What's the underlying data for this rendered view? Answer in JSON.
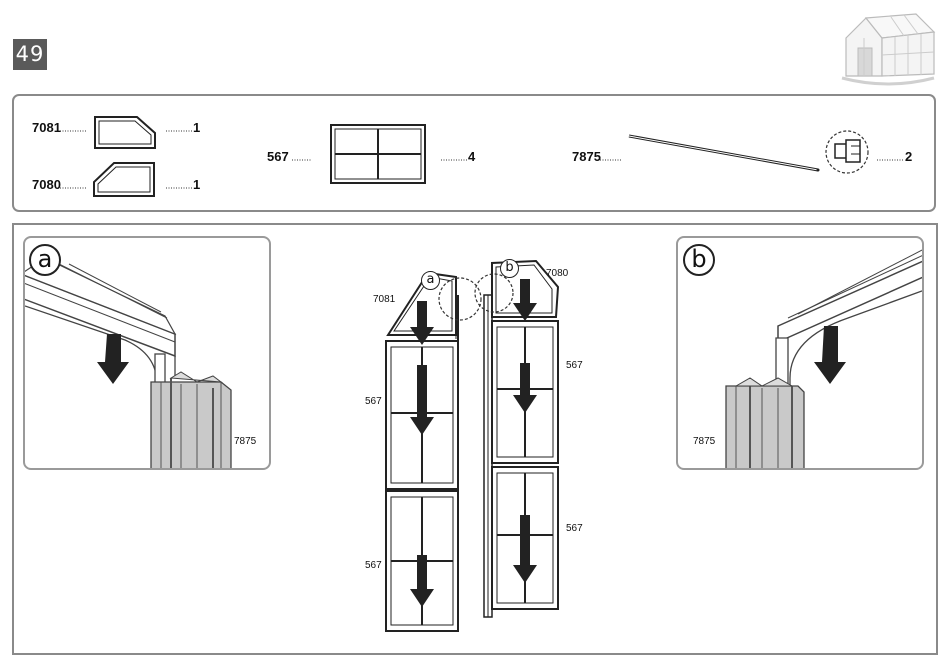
{
  "step": {
    "number": "49"
  },
  "parts": [
    {
      "code": "7081",
      "quantity": "1"
    },
    {
      "code": "7080",
      "quantity": "1"
    },
    {
      "code": "567",
      "quantity": "4"
    },
    {
      "code": "7875",
      "quantity": "2"
    }
  ],
  "assembly": {
    "callout_a": "a",
    "callout_b": "b",
    "label_7081": "7081",
    "label_7080": "7080",
    "label_567_left_top": "567",
    "label_567_left_bottom": "567",
    "label_567_right_top": "567",
    "label_567_right_bottom": "567"
  },
  "detail_a": {
    "callout": "a",
    "part_label": "7875"
  },
  "detail_b": {
    "callout": "b",
    "part_label": "7875"
  }
}
